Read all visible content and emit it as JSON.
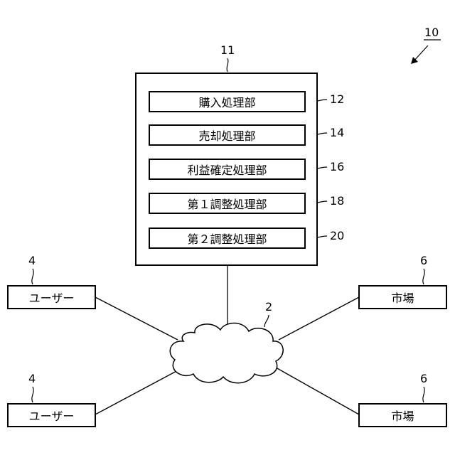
{
  "diagram": {
    "system_ref": "10",
    "server": {
      "ref": "11",
      "modules": [
        {
          "label": "購入処理部",
          "ref": "12"
        },
        {
          "label": "売却処理部",
          "ref": "14"
        },
        {
          "label": "利益確定処理部",
          "ref": "16"
        },
        {
          "label": "第１調整処理部",
          "ref": "18"
        },
        {
          "label": "第２調整処理部",
          "ref": "20"
        }
      ]
    },
    "network": {
      "ref": "2"
    },
    "users": [
      {
        "label": "ユーザー",
        "ref": "4"
      },
      {
        "label": "ユーザー",
        "ref": "4"
      }
    ],
    "markets": [
      {
        "label": "市場",
        "ref": "6"
      },
      {
        "label": "市場",
        "ref": "6"
      }
    ]
  }
}
